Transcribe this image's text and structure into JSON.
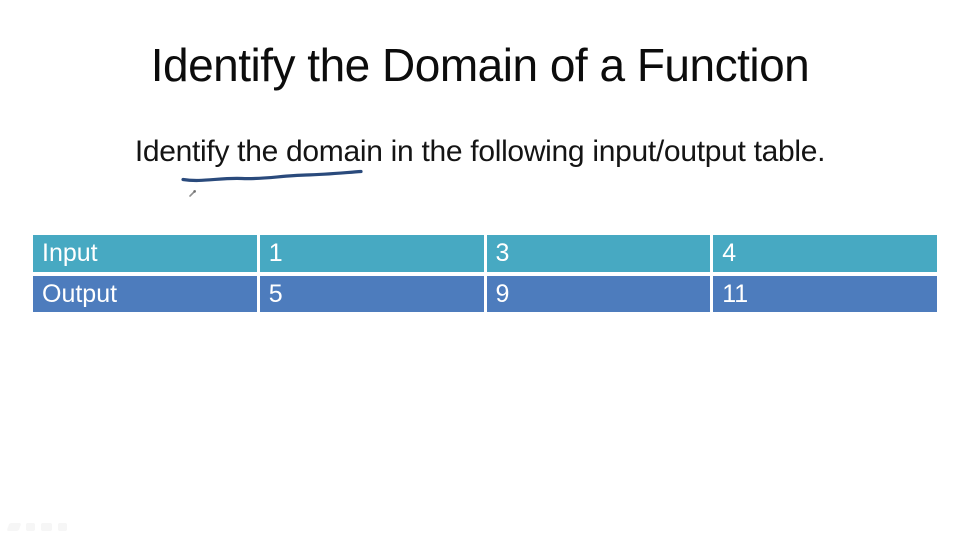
{
  "slide": {
    "title": "Identify the Domain of a Function",
    "subtitle": "Identify the domain in the following input/output table.",
    "underlined_phrase": "the domain"
  },
  "table": {
    "rows": [
      {
        "name": "input",
        "cells": [
          "Input",
          "1",
          "3",
          "4"
        ]
      },
      {
        "name": "output",
        "cells": [
          "Output",
          "5",
          "9",
          "11"
        ]
      }
    ]
  },
  "colors": {
    "title_text": "#0c0c0c",
    "subtitle_text": "#141414",
    "row_input": "#47a9c2",
    "row_output": "#4d7cbd",
    "cell_text": "#ffffff",
    "underline": "#2a4a7c"
  }
}
